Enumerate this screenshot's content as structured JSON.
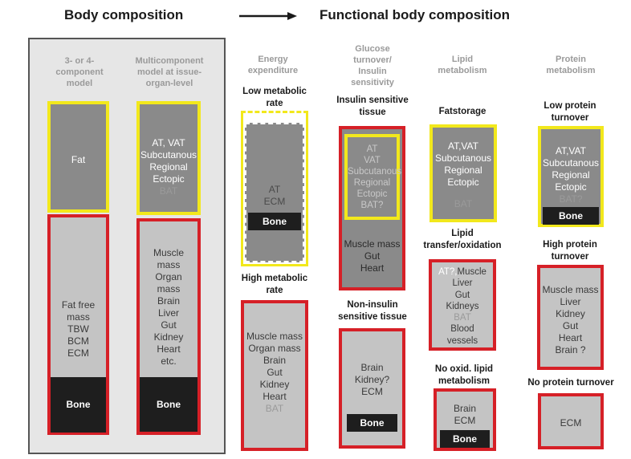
{
  "titles": {
    "left": "Body composition",
    "right": "Functional body composition"
  },
  "colors": {
    "yellow": "#f2e81c",
    "red": "#d62027",
    "dark_gray": "#8a8a8a",
    "light_gray": "#c4c4c4",
    "bone": "#1e1e1e"
  },
  "body_composition": {
    "col1_header": [
      "3- or 4-",
      "component",
      "model"
    ],
    "col2_header": [
      "Multicomponent",
      "model at issue-",
      "organ-level"
    ],
    "col1_fat": "Fat",
    "col1_ffm": [
      "Fat free",
      "mass",
      "TBW",
      "BCM",
      "ECM"
    ],
    "col1_bone": "Bone",
    "col2_fat_white": [
      "AT, VAT",
      "Subcutanous",
      "Regional",
      "Ectopic"
    ],
    "col2_fat_gray": "BAT",
    "col2_ffm": [
      "Muscle",
      "mass",
      "Organ",
      "mass",
      "Brain",
      "Liver",
      "Gut",
      "Kidney",
      "Heart",
      "etc."
    ],
    "col2_bone": "Bone"
  },
  "energy": {
    "header": [
      "Energy",
      "expenditure"
    ],
    "low_label": [
      "Low metabolic",
      "rate"
    ],
    "low_box": [
      "AT",
      "ECM"
    ],
    "low_bone": "Bone",
    "high_label": [
      "High metabolic",
      "rate"
    ],
    "high_box_dark": [
      "Muscle mass",
      "Organ mass",
      "Brain",
      "Gut",
      "Kidney",
      "Heart"
    ],
    "high_box_gray": "BAT"
  },
  "glucose": {
    "header": [
      "Glucose",
      "turnover/",
      "Insulin",
      "sensitivity"
    ],
    "sens_label": [
      "Insulin sensitive",
      "tissue"
    ],
    "sens_inner": [
      "AT",
      "VAT",
      "Subcutanous",
      "Regional",
      "Ectopic",
      "BAT?"
    ],
    "sens_lower": [
      "Muscle mass",
      "Gut",
      "Heart"
    ],
    "non_label": [
      "Non-insulin",
      "sensitive tissue"
    ],
    "non_box": [
      "Brain",
      "Kidney?",
      "ECM"
    ],
    "non_bone": "Bone"
  },
  "lipid": {
    "header": [
      "Lipid",
      "metabolism"
    ],
    "storage_label": "Fatstorage",
    "storage_white": [
      "AT,VAT",
      "Subcutanous",
      "Regional",
      "Ectopic"
    ],
    "storage_gray": "BAT",
    "transfer_label": [
      "Lipid",
      "transfer/oxidation"
    ],
    "transfer_first_white": "AT?,",
    "transfer_first_dark": "Muscle",
    "transfer_dark": [
      "Liver",
      "Gut",
      "Kidneys"
    ],
    "transfer_gray": "BAT",
    "transfer_dark2": [
      "Blood",
      "vessels"
    ],
    "noox_label": [
      "No oxid. lipid",
      "metabolism"
    ],
    "noox_box": [
      "Brain",
      "ECM"
    ],
    "noox_bone": "Bone"
  },
  "protein": {
    "header": [
      "Protein",
      "metabolism"
    ],
    "low_label": [
      "Low protein",
      "turnover"
    ],
    "low_white": [
      "AT,VAT",
      "Subcutanous",
      "Regional",
      "Ectopic"
    ],
    "low_gray": "BAT?",
    "low_bone": "Bone",
    "high_label": [
      "High protein",
      "turnover"
    ],
    "high_box": [
      "Muscle mass",
      "Liver",
      "Kidney",
      "Gut",
      "Heart",
      "Brain ?"
    ],
    "none_label": "No protein turnover",
    "none_box": "ECM"
  }
}
